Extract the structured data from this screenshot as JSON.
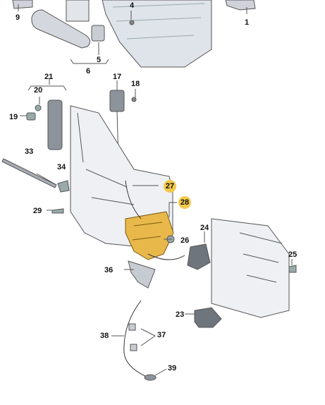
{
  "diagram": {
    "callouts": {
      "p1": "1",
      "p4": "4",
      "p5": "5",
      "p6": "6",
      "p9": "9",
      "p17": "17",
      "p18": "18",
      "p19": "19",
      "p20": "20",
      "p21": "21",
      "p23": "23",
      "p24": "24",
      "p25": "25",
      "p26": "26",
      "p27": "27",
      "p28": "28",
      "p29": "29",
      "p33": "33",
      "p34": "34",
      "p36": "36",
      "p37": "37",
      "p38": "38",
      "p39": "39"
    },
    "highlight_color": "#f2c94c",
    "lock_color": "#e8b84a"
  }
}
